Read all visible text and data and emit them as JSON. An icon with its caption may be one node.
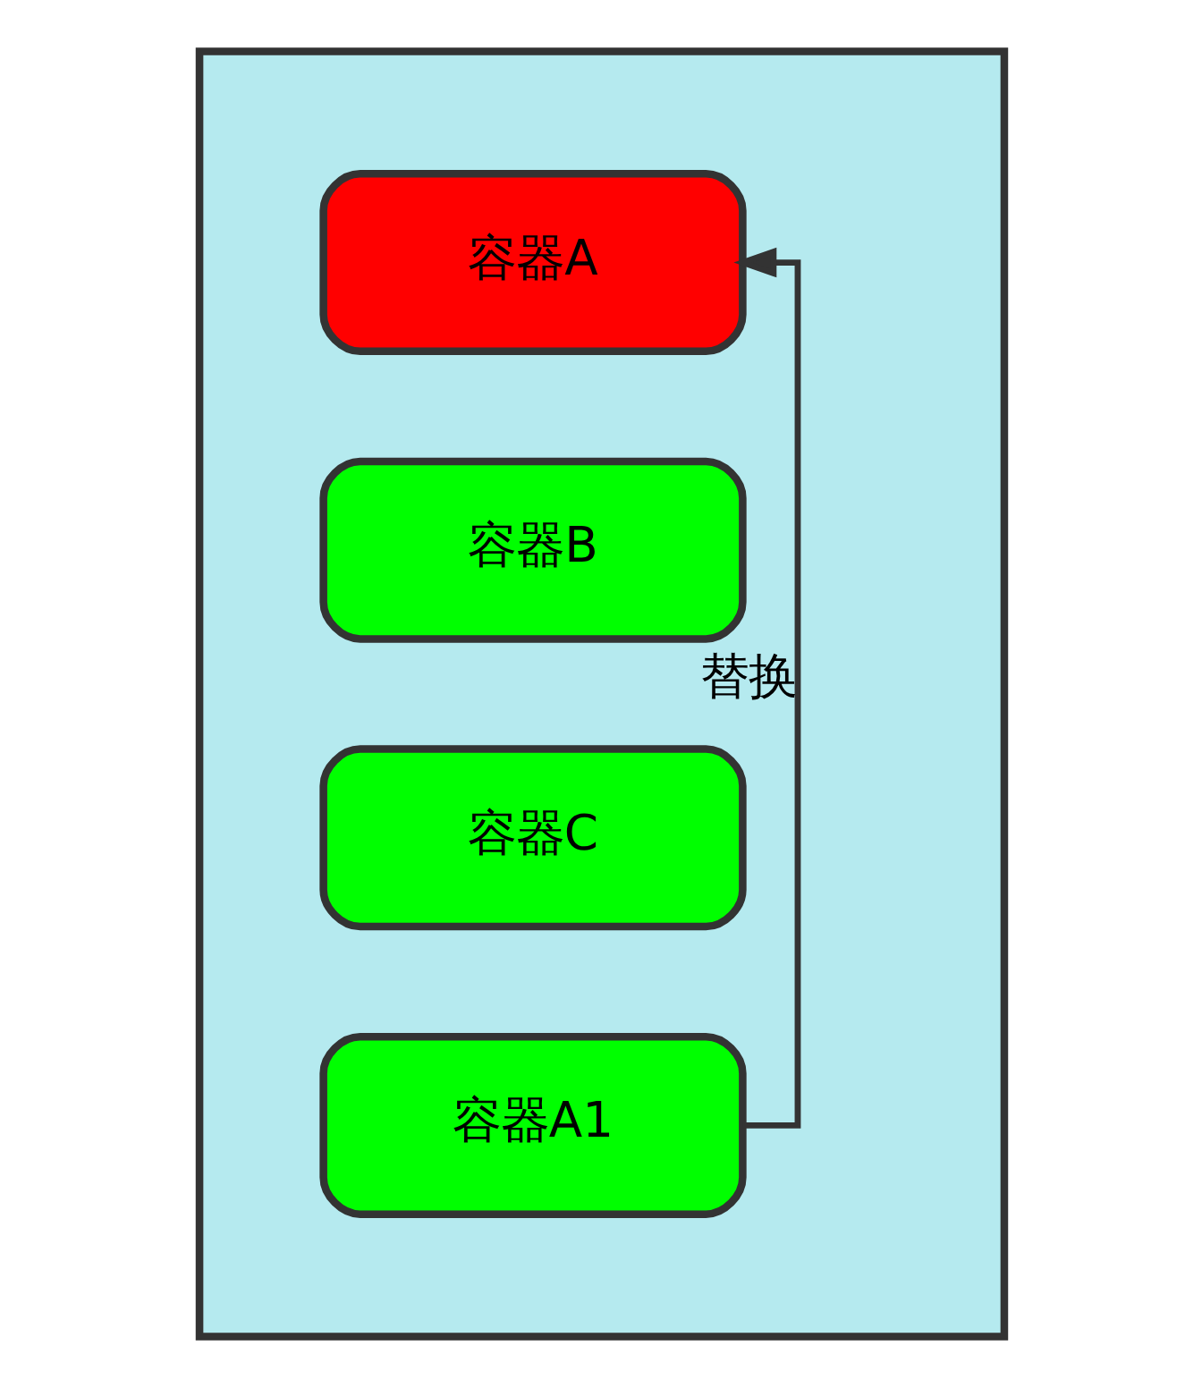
{
  "diagram": {
    "nodes": [
      {
        "text": [],
        "shape": "box"
      },
      {
        "text": [
          "容器A"
        ],
        "in": 0
      },
      {
        "text": [
          "容器B"
        ],
        "in": 0
      },
      {
        "text": [
          "容器C"
        ],
        "in": 0
      },
      {
        "text": [
          "容器A1"
        ],
        "in": 0
      }
    ],
    "edges": [
      {
        "from": 4,
        "to": 1,
        "arrow": "to",
        "label": "替换"
      }
    ]
  }
}
